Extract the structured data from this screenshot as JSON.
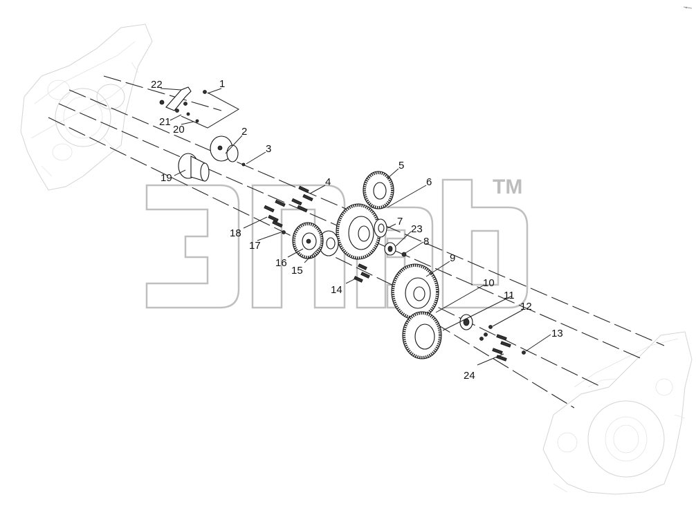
{
  "diagram": {
    "watermark_mark": "TM",
    "callouts": [
      "1",
      "2",
      "3",
      "4",
      "5",
      "6",
      "7",
      "8",
      "9",
      "10",
      "11",
      "12",
      "13",
      "14",
      "15",
      "16",
      "17",
      "18",
      "19",
      "20",
      "21",
      "22",
      "23",
      "24"
    ]
  }
}
